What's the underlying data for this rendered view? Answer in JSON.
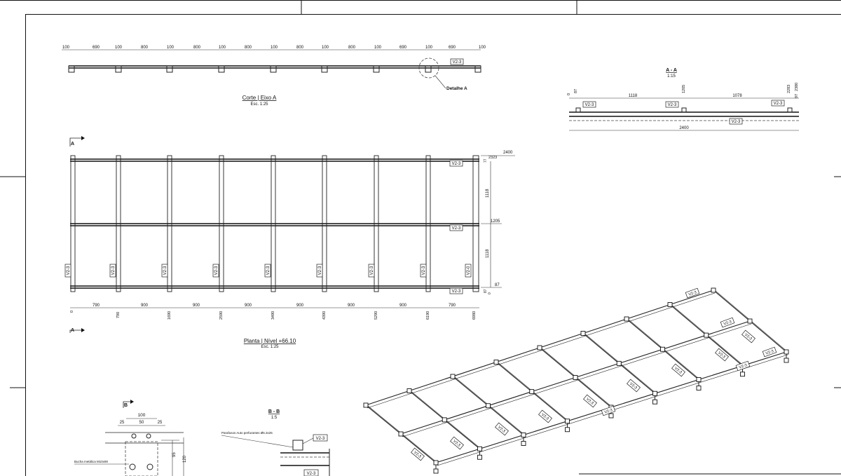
{
  "top_view": {
    "dims": [
      "100",
      "690",
      "100",
      "800",
      "100",
      "800",
      "100",
      "800",
      "100",
      "800",
      "100",
      "800",
      "100",
      "690",
      "100"
    ],
    "tag": "V2-3",
    "detail_label": "Detalhe A",
    "title": "Corte | Eixo A",
    "scale": "Esc. 1:25"
  },
  "section_aa": {
    "title": "A - A",
    "scale": "1:15",
    "dims": [
      "0",
      "87",
      "1118",
      "1205",
      "1078",
      "2283",
      "2380",
      "97",
      "2400"
    ],
    "tags": [
      "V2-3",
      "V2-3",
      "V2-3",
      "V2-3"
    ]
  },
  "plan": {
    "section_mark": "A",
    "title": "Planta | Nível +66.10",
    "scale": "Esc. 1:25",
    "bottom_dims": [
      "790",
      "900",
      "900",
      "900",
      "900",
      "900",
      "900",
      "790"
    ],
    "chain_dims": [
      "0",
      "790",
      "1690",
      "2590",
      "3490",
      "4390",
      "5290",
      "6190",
      "6980"
    ],
    "right_dims": [
      "2400",
      "2323",
      "77",
      "1118",
      "1205",
      "1118",
      "87",
      "87",
      "0"
    ],
    "row_tags": [
      "V2-3",
      "V2-3",
      "V2-3"
    ],
    "col_tags": [
      "V2-3",
      "V2-3",
      "V2-3",
      "V2-3",
      "V2-3",
      "V2-3",
      "V2-3",
      "V2-3",
      "V2-0"
    ]
  },
  "detail_b": {
    "mark": "B",
    "dims": [
      "100",
      "25",
      "50",
      "25",
      "95",
      "120"
    ],
    "note": "Bucha metálica M10x90"
  },
  "section_bb": {
    "title": "B - B",
    "scale": "1:5",
    "note": "Parafusos Auto perfurantes Ø6.3x25",
    "tags": [
      "V2-3",
      "V2-3"
    ]
  },
  "iso_view": {
    "tags": [
      "V2-3",
      "V2-3",
      "V2-3",
      "V2-3",
      "V2-3",
      "V2-3",
      "V2-3",
      "V2-3",
      "V2-3",
      "V2-3",
      "V2-3",
      "V2-3",
      "V2-3",
      "V2-3"
    ]
  }
}
